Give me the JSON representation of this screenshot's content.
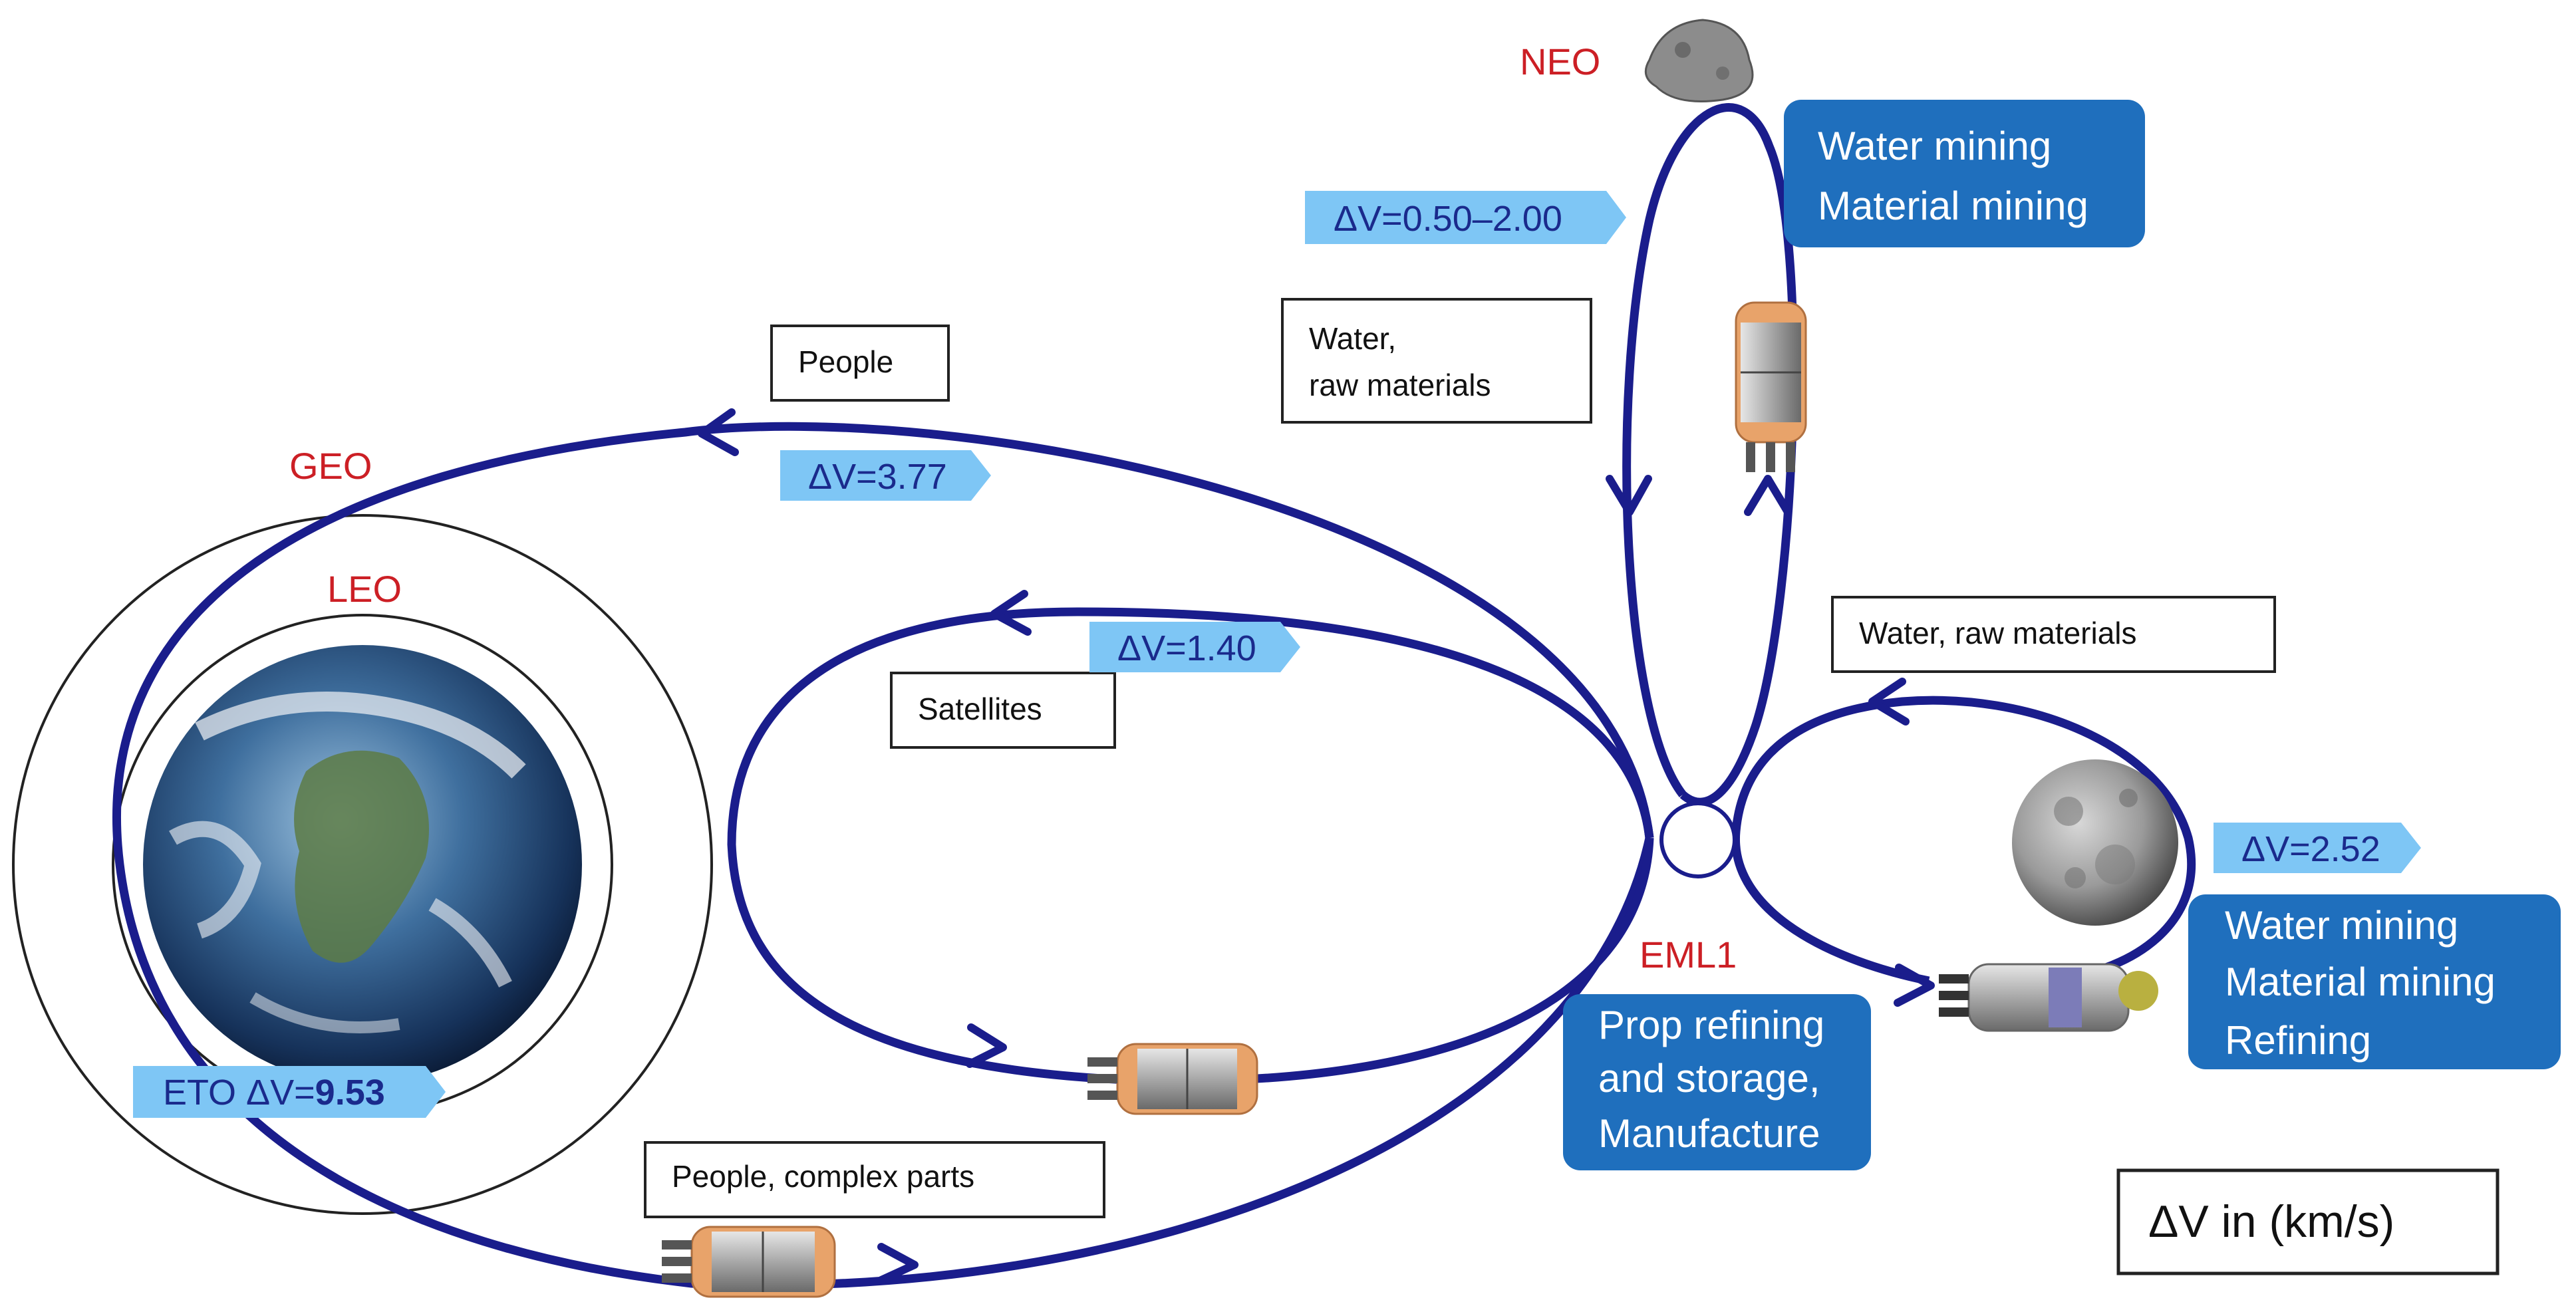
{
  "nodes": {
    "geo": "GEO",
    "leo": "LEO",
    "neo": "NEO",
    "eml1": "EML1"
  },
  "cargo_labels": {
    "people": "People",
    "satellites": "Satellites",
    "people_complex": "People, complex parts",
    "water_raw_neo_line1": "Water,",
    "water_raw_neo_line2": "raw materials",
    "water_raw_moon": "Water, raw materials"
  },
  "delta_v": {
    "neo": "ΔV=0.50–2.00",
    "geo": "ΔV=3.77",
    "sat": "ΔV=1.40",
    "moon": "ΔV=2.52",
    "eto_prefix": "ETO ΔV=",
    "eto_value": "9.53"
  },
  "activities": {
    "neo": [
      "Water mining",
      "Material mining"
    ],
    "eml1": [
      "Prop refining",
      "and storage,",
      "Manufacture"
    ],
    "moon": [
      "Water mining",
      "Material mining",
      "Refining"
    ]
  },
  "legend": "ΔV in (km/s)",
  "colors": {
    "orbit": "#1a1d8c",
    "node_red": "#cc1f25",
    "tag": "#7ec6f5",
    "activity_box": "#1f6fbd"
  }
}
